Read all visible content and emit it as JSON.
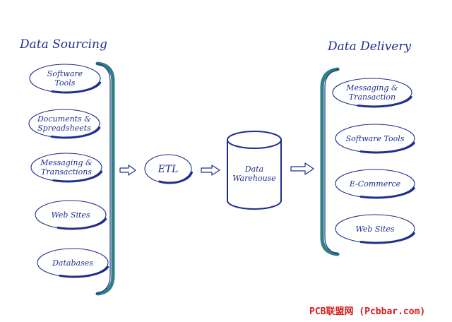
{
  "headings": {
    "sourcing": "Data Sourcing",
    "delivery": "Data Delivery"
  },
  "sources": [
    {
      "lines": [
        "Software",
        "Tools"
      ]
    },
    {
      "lines": [
        "Documents &",
        "Spreadsheets"
      ]
    },
    {
      "lines": [
        "Messaging &",
        "Transactions"
      ]
    },
    {
      "lines": [
        "Web Sites"
      ]
    },
    {
      "lines": [
        "Databases"
      ]
    }
  ],
  "etl": {
    "label": "ETL"
  },
  "warehouse": {
    "lines": [
      "Data",
      "Warehouse"
    ]
  },
  "deliveries": [
    {
      "lines": [
        "Messaging &",
        "Transaction"
      ]
    },
    {
      "lines": [
        "Software Tools"
      ]
    },
    {
      "lines": [
        "E-Commerce"
      ]
    },
    {
      "lines": [
        "Web Sites"
      ]
    }
  ],
  "watermark": "PCB联盟网 (Pcbbar.com)",
  "colors": {
    "ink": "#1f2f8c",
    "bracket": "#2f7f86",
    "watermark": "#d41c1c"
  }
}
